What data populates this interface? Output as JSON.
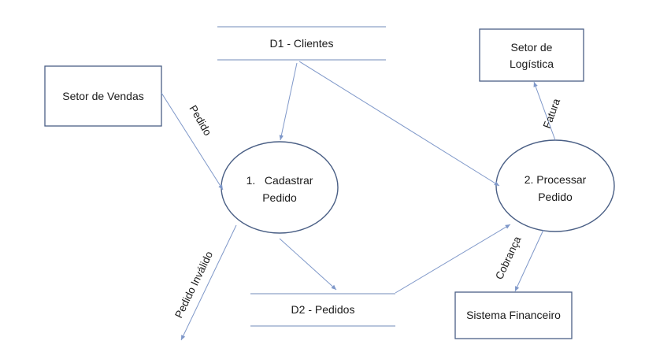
{
  "entities": {
    "vendas": "Setor de Vendas",
    "logistica": [
      "Setor de",
      "Logística"
    ],
    "financeiro": "Sistema Financeiro"
  },
  "data_stores": {
    "clientes": "D1 - Clientes",
    "pedidos": "D2 - Pedidos"
  },
  "processes": {
    "cadastrar": [
      "1.   Cadastrar",
      "Pedido"
    ],
    "processar": [
      "2. Processar",
      "Pedido"
    ]
  },
  "flows": {
    "pedido": "Pedido",
    "pedido_invalido": "Pedido Inválido",
    "fatura": "Fatura",
    "cobranca": "Cobrança"
  },
  "colors": {
    "arrow": "#7f98c9",
    "outline": "#4a5f85"
  }
}
